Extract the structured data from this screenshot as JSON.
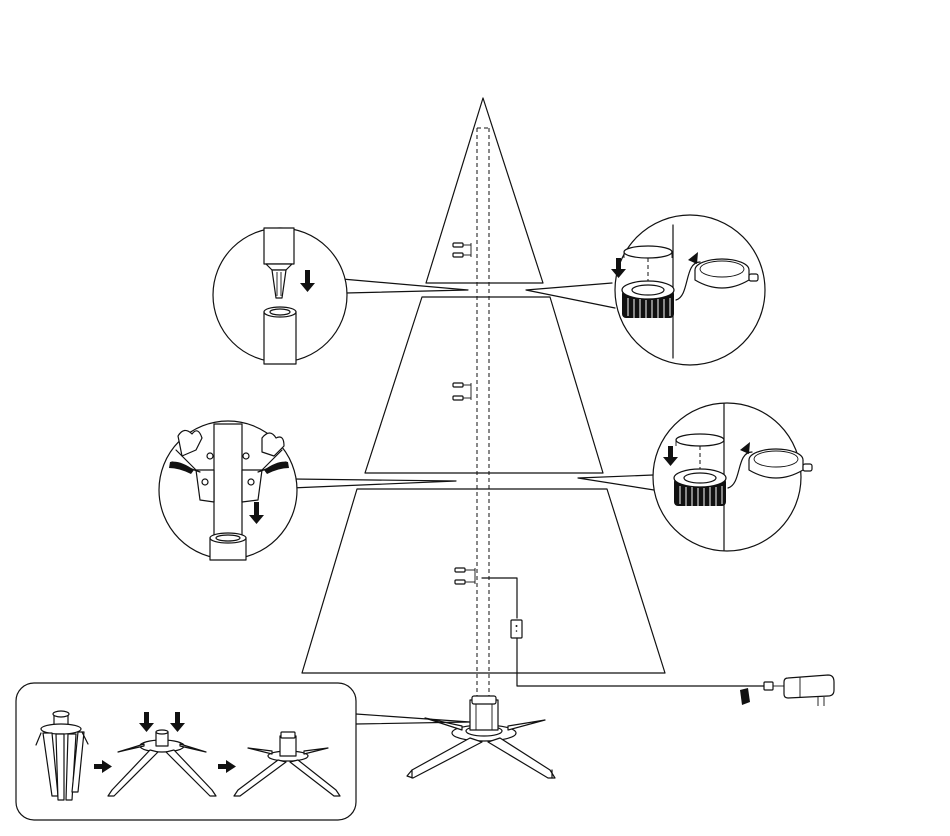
{
  "diagram": {
    "kind": "assembly-instructions",
    "subject": "artificial-tree-three-sections-with-stand-and-adapter",
    "colors": {
      "line": "#111111",
      "background": "#ffffff"
    },
    "detail_callouts": [
      {
        "id": "pole-join-top",
        "icon": "pole-insert-icon"
      },
      {
        "id": "connector-top",
        "icon": "plug-connector-icon"
      },
      {
        "id": "branch-hinge-middle",
        "icon": "hinge-joint-icon"
      },
      {
        "id": "connector-middle",
        "icon": "plug-connector-icon"
      },
      {
        "id": "stand-assembly",
        "icon": "stand-assembly-icon"
      }
    ]
  }
}
